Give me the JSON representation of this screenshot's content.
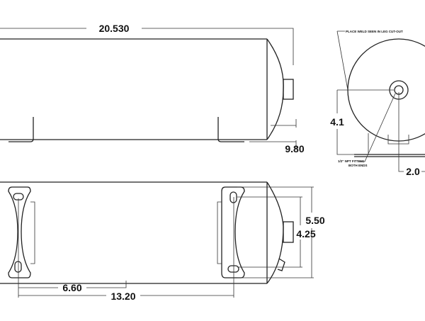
{
  "dimensions": {
    "overall_length": "20.530",
    "height_to_leg": "9.80",
    "slot_span_outer": "5.50",
    "slot_span_inner": "4.25",
    "half_spacing": "6.60",
    "leg_spacing": "13.20",
    "port_height": "4.1",
    "port_offset": "2.0"
  },
  "notes": {
    "weld": "PLACE WELD SEEN IN LEG CUT-OUT",
    "fitting_line1": "1/2\" NPT FITTING",
    "fitting_line2": "BOTH ENDS"
  }
}
